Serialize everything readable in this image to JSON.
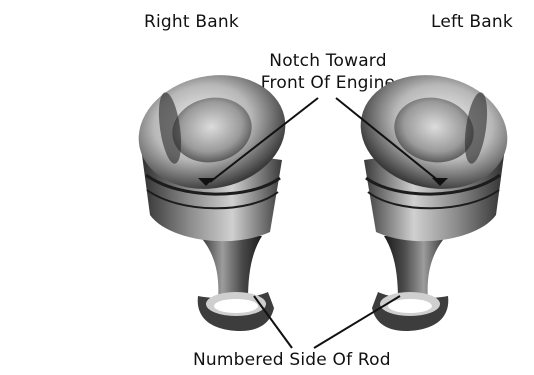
{
  "labels": {
    "right_bank": "Right Bank",
    "left_bank": "Left Bank",
    "notch_line1": "Notch Toward",
    "notch_line2": "Front Of Engine",
    "numbered_side": "Numbered Side Of Rod"
  },
  "colors": {
    "ink": "#111111",
    "metal_light": "#e6e6e6",
    "metal_mid": "#9a9a9a",
    "metal_dark": "#2a2a2a",
    "background": "#ffffff"
  }
}
